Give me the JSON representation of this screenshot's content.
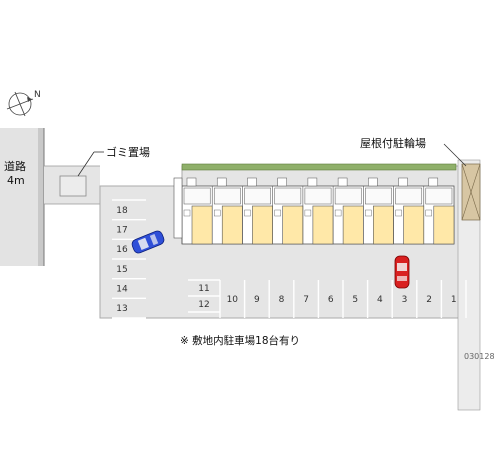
{
  "labels": {
    "road_name": "道路",
    "road_width": "4m",
    "garbage": "ゴミ置場",
    "bike_parking": "屋根付駐輪場",
    "note": "※ 敷地内駐車場18台有り",
    "code": "030128"
  },
  "compass": {
    "label": "N",
    "icon": "compass-icon"
  },
  "parking": {
    "bottom_row": [
      "1",
      "2",
      "3",
      "4",
      "5",
      "6",
      "7",
      "8",
      "9",
      "10"
    ],
    "mid_pair": [
      "11",
      "12"
    ],
    "left_column": [
      "18",
      "17",
      "16",
      "15",
      "14",
      "13"
    ],
    "highlighted": [
      "3",
      "16"
    ]
  },
  "building": {
    "units": 9
  },
  "colors": {
    "site": "#e5e5e5",
    "building_fill": "#ffe8a8",
    "grass": "#8fb06a",
    "car_red": "#d92020",
    "car_blue": "#2f4fd8",
    "road": "#e0e0e0",
    "bike_roof": "#d7c6a3"
  }
}
